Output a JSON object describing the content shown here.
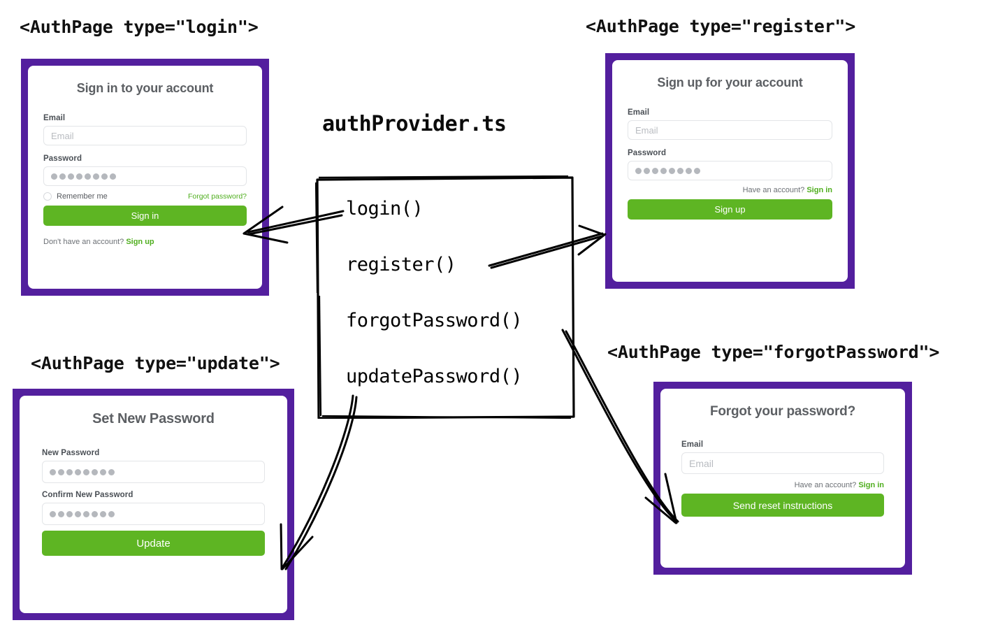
{
  "diagram": {
    "provider_title": "authProvider.ts",
    "functions": [
      {
        "name": "login()"
      },
      {
        "name": "register()"
      },
      {
        "name": "forgotPassword()"
      },
      {
        "name": "updatePassword()"
      }
    ],
    "connections": [
      {
        "from": "login()",
        "to": "login-card-signin-button"
      },
      {
        "from": "register()",
        "to": "register-card-signup-button"
      },
      {
        "from": "forgotPassword()",
        "to": "forgot-card-send-button"
      },
      {
        "from": "updatePassword()",
        "to": "update-card-update-button"
      }
    ]
  },
  "colors": {
    "card_frame_purple": "#531f9e",
    "button_green": "#5eb523",
    "link_green": "#4fae1e",
    "title_gray": "#5c5f63"
  },
  "login_card": {
    "annotation": "<AuthPage type=\"login\">",
    "title": "Sign in to your account",
    "email_label": "Email",
    "email_placeholder": "Email",
    "password_label": "Password",
    "password_value": "••••••••",
    "remember_label": "Remember me",
    "forgot_link": "Forgot password?",
    "submit_label": "Sign in",
    "footer_text": "Don't have an account?",
    "footer_link": "Sign up"
  },
  "register_card": {
    "annotation": "<AuthPage type=\"register\">",
    "title": "Sign up for your account",
    "email_label": "Email",
    "email_placeholder": "Email",
    "password_label": "Password",
    "password_value": "••••••••",
    "have_account_text": "Have an account?",
    "have_account_link": "Sign in",
    "submit_label": "Sign up"
  },
  "update_card": {
    "annotation": "<AuthPage type=\"update\">",
    "title": "Set New Password",
    "new_password_label": "New Password",
    "new_password_value": "••••••••",
    "confirm_password_label": "Confirm New Password",
    "confirm_password_value": "••••••••",
    "submit_label": "Update"
  },
  "forgot_card": {
    "annotation": "<AuthPage type=\"forgotPassword\">",
    "title": "Forgot your password?",
    "email_label": "Email",
    "email_placeholder": "Email",
    "have_account_text": "Have an account?",
    "have_account_link": "Sign in",
    "submit_label": "Send reset instructions"
  }
}
